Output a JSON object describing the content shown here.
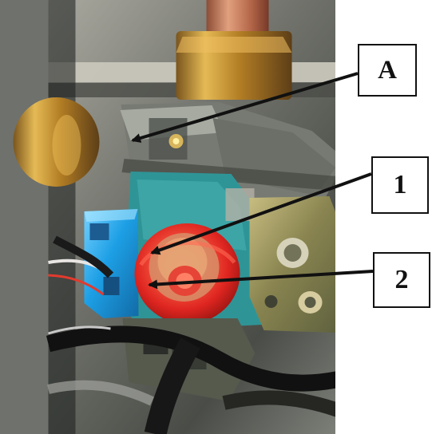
{
  "image": {
    "description_labels": {
      "callout_a": "A",
      "callout_1": "1",
      "callout_2": "2"
    }
  },
  "colors": {
    "frame_white": "#ffffff",
    "label_black": "#111111",
    "pipe_brass": "#c9962f",
    "copper_pipe": "#b66f4b",
    "metal_gray": "#7d8078",
    "blue_connector": "#37a8e8",
    "teal_coil": "#3a8f96",
    "red_knob": "#e3302d",
    "olive_bracket": "#8b8752",
    "dark_cable": "#151515"
  }
}
